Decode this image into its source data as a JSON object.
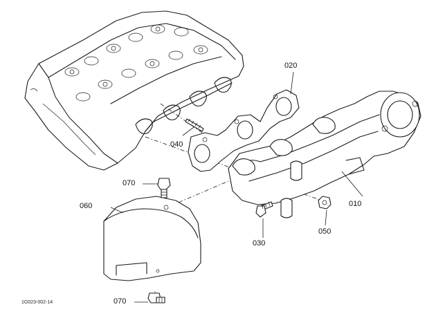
{
  "figure_code": "1G023-002-14",
  "parts": {
    "exhaust_manifold": "010",
    "gasket": "020",
    "bolt": "030",
    "stud": "040",
    "nut": "050",
    "heat_cover": "060",
    "cover_bolt_upper": "070",
    "cover_bolt_lower": "070"
  }
}
